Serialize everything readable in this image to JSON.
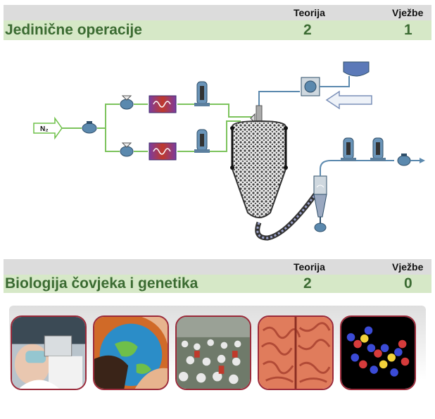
{
  "courses": [
    {
      "title": "Jedinične operacije",
      "theory_label": "Teorija",
      "exercises_label": "Vježbe",
      "theory": "2",
      "exercises": "1"
    },
    {
      "title": "Biologija čovjeka i genetika",
      "theory_label": "Teorija",
      "exercises_label": "Vježbe",
      "theory": "2",
      "exercises": "0"
    }
  ],
  "diagram": {
    "inlet_label": "N₂"
  },
  "images": [
    {
      "icon": "patient-icon"
    },
    {
      "icon": "globe-hands-icon"
    },
    {
      "icon": "crowd-runners-icon"
    },
    {
      "icon": "brain-icon"
    },
    {
      "icon": "dna-molecule-icon"
    }
  ],
  "colors": {
    "header_grey": "#dcdcdc",
    "row_green": "#d6e8c7",
    "title_green": "#3b6b32",
    "pipe_green": "#7cc35c",
    "tile_border": "#9b2a3a"
  }
}
